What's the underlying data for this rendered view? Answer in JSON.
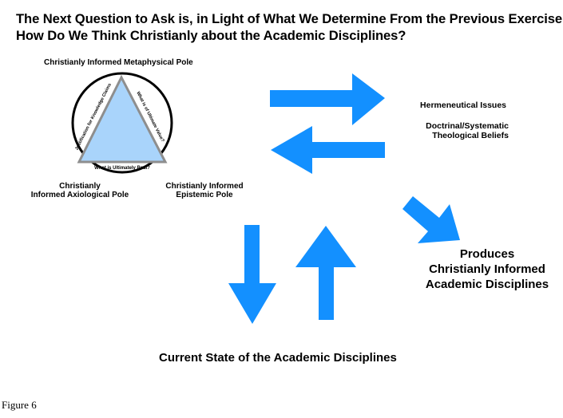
{
  "title": {
    "line1": "The Next Question to Ask is, in Light of What We Determine From the Previous Exercise,",
    "line2": "How Do We Think Christianly about the Academic Disciplines?"
  },
  "triangle": {
    "top_pole": "Christianly Informed Metaphysical Pole",
    "left_pole_line1": "Christianly",
    "left_pole_line2": "Informed Axiological Pole",
    "right_pole_line1": "Christianly Informed",
    "right_pole_line2": "Epistemic Pole",
    "left_side": "Justification for Knowledge Claims",
    "right_side": "What is of Ultimate Value?",
    "base_side": "What is Ultimately Real?"
  },
  "right_labels": {
    "hermeneutical": "Hermeneutical Issues",
    "doctrinal_line1": "Doctrinal/Systematic",
    "doctrinal_line2": "Theological Beliefs"
  },
  "produces": {
    "line1": "Produces",
    "line2": "Christianly Informed",
    "line3": "Academic Disciplines"
  },
  "bottom_label": "Current State of the Academic Disciplines",
  "caption": "Figure 6",
  "colors": {
    "arrow": "#1390FF",
    "triangle_fill": "#A9D4FB",
    "triangle_stroke": "#8E8E8E"
  }
}
